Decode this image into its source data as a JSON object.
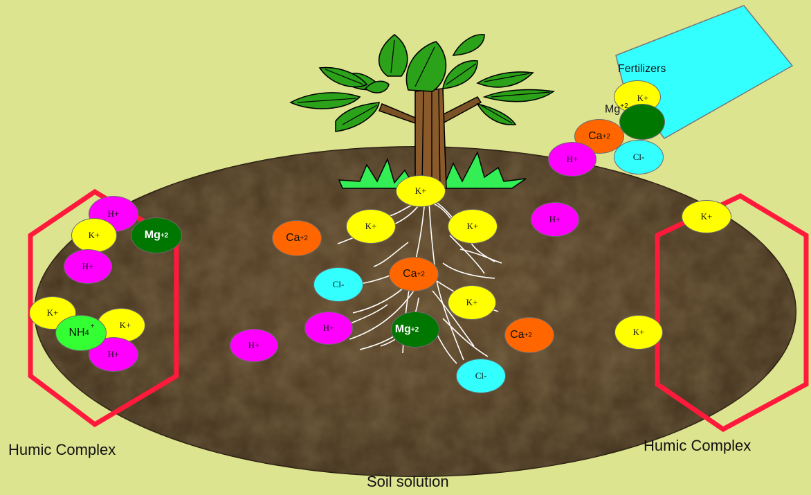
{
  "labels": {
    "fertilizers": "Fertilizers",
    "humic_left": "Humic Complex",
    "humic_right": "Humic Complex",
    "soil_solution": "Soil solution"
  },
  "ions": {
    "k": "K+",
    "h": "H+",
    "cl": "Cl-",
    "ca": "Ca",
    "mg": "Mg",
    "nh": "NH",
    "charge2": "+2",
    "charge_plus": "+",
    "sub4": "4"
  },
  "colors": {
    "background": "#dde490",
    "soil": "#4e3a22",
    "hexagon": "#ff1a3c",
    "k": "#ffff00",
    "h": "#ff00ff",
    "cl": "#33ffff",
    "ca": "#ff6600",
    "mg": "#007700",
    "nh4": "#33ff33",
    "fertilizer_bag": "#33ffff"
  }
}
